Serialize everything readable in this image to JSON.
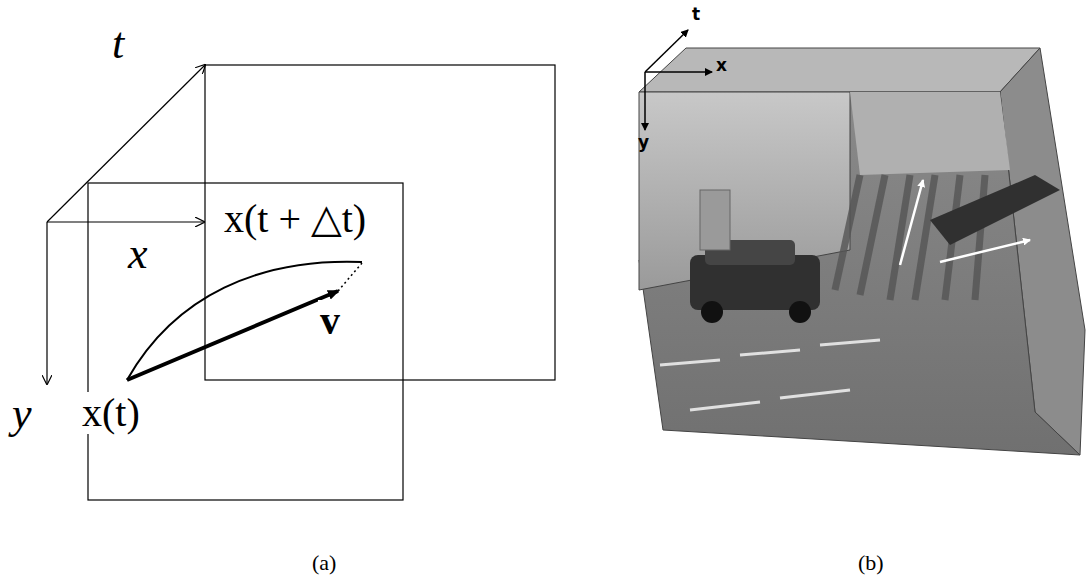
{
  "diagram": {
    "labels": [
      "t",
      "x",
      "y",
      "x(t + △t)",
      "v",
      "x(t)",
      "(a)",
      "t",
      "x",
      "y",
      "(b)"
    ]
  }
}
